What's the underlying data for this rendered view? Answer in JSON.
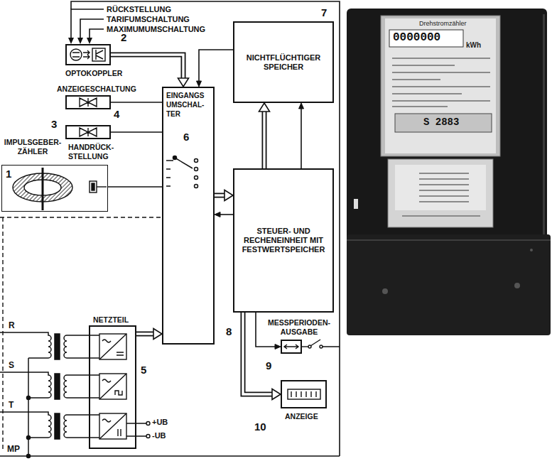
{
  "diagram": {
    "nodes": [
      {
        "text": [
          "OPTOKOPPLER"
        ]
      },
      {
        "text": [
          "ANZEIGESCHALTUNG"
        ]
      },
      {
        "text": [
          "HANDRÜCK- STELLUNG"
        ]
      },
      {
        "text": [
          "IMPULSGEBER- ZÄHLER"
        ]
      },
      {
        "text": [
          "EINGANGS UMSCHAL- TER"
        ]
      },
      {
        "text": [
          "NICHTFLÜCHTIGER SPEICHER"
        ]
      },
      {
        "text": [
          "STEUER- UND RECHENEINHEIT MIT FESTWERTSPEICHER"
        ]
      },
      {
        "text": [
          "MESSPERIODEN- AUSGABE"
        ]
      },
      {
        "text": [
          "ANZEIGE"
        ]
      },
      {
        "text": [
          "NETZTEIL"
        ]
      }
    ],
    "edges": [
      {
        "from": 0,
        "to": 4,
        "arrow": "to"
      },
      {
        "from": 5,
        "to": 4,
        "arrow": "to"
      },
      {
        "from": 1,
        "to": 4,
        "arrow": "none"
      },
      {
        "from": 2,
        "to": 4,
        "arrow": "none"
      },
      {
        "from": 3,
        "to": 4,
        "arrow": "none"
      },
      {
        "from": 9,
        "to": 4,
        "arrow": "to"
      },
      {
        "from": 4,
        "to": 6,
        "arrow": "to"
      },
      {
        "from": 6,
        "to": 4,
        "arrow": "to"
      },
      {
        "from": 6,
        "to": 5,
        "arrow": "to"
      },
      {
        "from": 6,
        "to": 5,
        "arrow": "to"
      },
      {
        "from": 6,
        "to": 7,
        "arrow": "to"
      },
      {
        "from": 6,
        "to": 8,
        "arrow": "to"
      }
    ],
    "labels": [
      "RÜCKSTELLUNG",
      "TARIFUMSCHALTUNG",
      "MAXIMUMUMSCHALTUNG",
      "2",
      "4",
      "3",
      "1",
      "6",
      "7",
      "8",
      "9",
      "10",
      "5",
      "R",
      "S",
      "T",
      "MP",
      "+UB",
      "-UB",
      "Drehstromzähler",
      "0000000",
      "kWh",
      "S 2883"
    ]
  }
}
